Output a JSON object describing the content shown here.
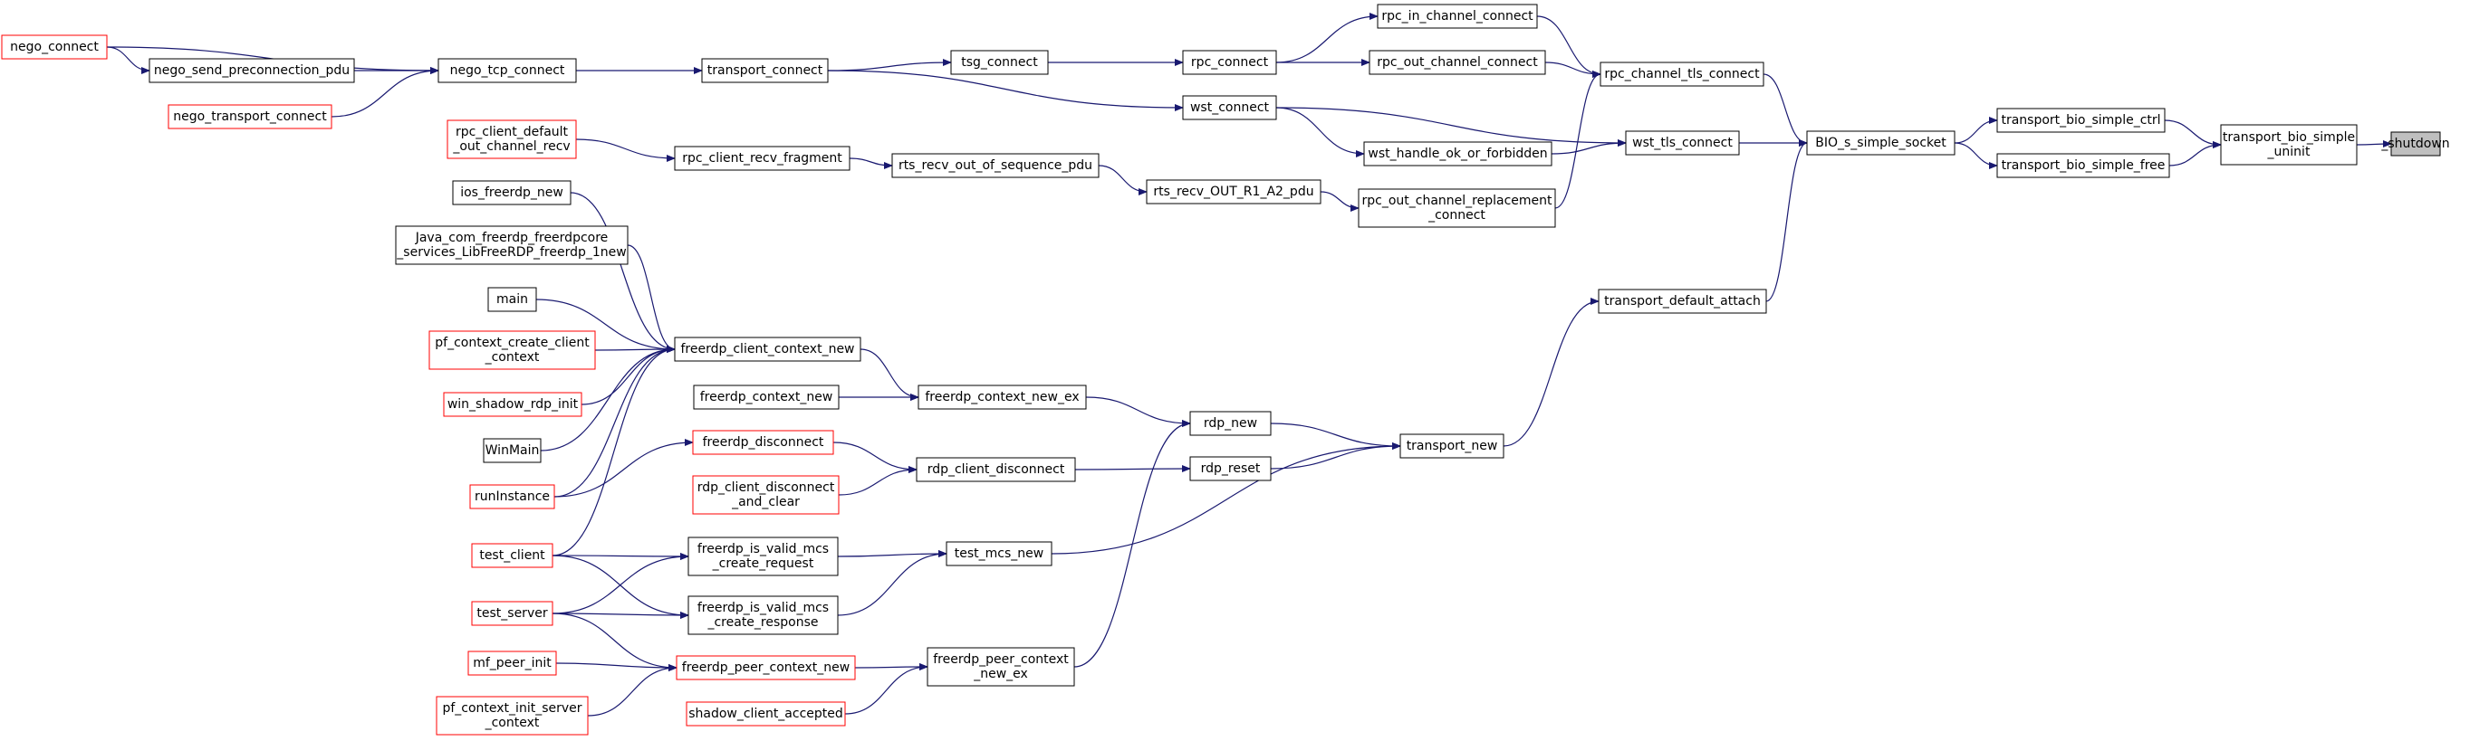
{
  "diagram": {
    "colors": {
      "edge": "#191970",
      "node_border": "#000000",
      "node_border_truncated": "#ff0000",
      "node_fill": "#ffffff",
      "root_fill": "#bfbfbf",
      "text": "#000000"
    },
    "nodes": [
      {
        "id": "shutdown",
        "lines": [
          "_shutdown"
        ],
        "truncated": false,
        "root": true
      },
      {
        "id": "tbsu",
        "lines": [
          "transport_bio_simple",
          "_uninit"
        ],
        "truncated": false
      },
      {
        "id": "tbsctrl",
        "lines": [
          "transport_bio_simple_ctrl"
        ],
        "truncated": false
      },
      {
        "id": "tbsfree",
        "lines": [
          "transport_bio_simple_free"
        ],
        "truncated": false
      },
      {
        "id": "bio",
        "lines": [
          "BIO_s_simple_socket"
        ],
        "truncated": false
      },
      {
        "id": "rpctls",
        "lines": [
          "rpc_channel_tls_connect"
        ],
        "truncated": false
      },
      {
        "id": "wsttls",
        "lines": [
          "wst_tls_connect"
        ],
        "truncated": false
      },
      {
        "id": "tda",
        "lines": [
          "transport_default_attach"
        ],
        "truncated": false
      },
      {
        "id": "rpcin",
        "lines": [
          "rpc_in_channel_connect"
        ],
        "truncated": false
      },
      {
        "id": "rpcout",
        "lines": [
          "rpc_out_channel_connect"
        ],
        "truncated": false
      },
      {
        "id": "rpcrepl",
        "lines": [
          "rpc_out_channel_replacement",
          "_connect"
        ],
        "truncated": false
      },
      {
        "id": "wstconn",
        "lines": [
          "wst_connect"
        ],
        "truncated": false
      },
      {
        "id": "wsthok",
        "lines": [
          "wst_handle_ok_or_forbidden"
        ],
        "truncated": false
      },
      {
        "id": "rpcconn",
        "lines": [
          "rpc_connect"
        ],
        "truncated": false
      },
      {
        "id": "tsgconn",
        "lines": [
          "tsg_connect"
        ],
        "truncated": false
      },
      {
        "id": "tconn",
        "lines": [
          "transport_connect"
        ],
        "truncated": false
      },
      {
        "id": "nego_tcp",
        "lines": [
          "nego_tcp_connect"
        ],
        "truncated": false
      },
      {
        "id": "nego_conn",
        "lines": [
          "nego_connect"
        ],
        "truncated": true
      },
      {
        "id": "nego_spdu",
        "lines": [
          "nego_send_preconnection_pdu"
        ],
        "truncated": false
      },
      {
        "id": "nego_tc",
        "lines": [
          "nego_transport_connect"
        ],
        "truncated": true
      },
      {
        "id": "rtsr1a2",
        "lines": [
          "rts_recv_OUT_R1_A2_pdu"
        ],
        "truncated": false
      },
      {
        "id": "rtsoos",
        "lines": [
          "rts_recv_out_of_sequence_pdu"
        ],
        "truncated": false
      },
      {
        "id": "rpcfrag",
        "lines": [
          "rpc_client_recv_fragment"
        ],
        "truncated": false
      },
      {
        "id": "rpcdef",
        "lines": [
          "rpc_client_default",
          "_out_channel_recv"
        ],
        "truncated": true
      },
      {
        "id": "tnew",
        "lines": [
          "transport_new"
        ],
        "truncated": false
      },
      {
        "id": "rdpnew",
        "lines": [
          "rdp_new"
        ],
        "truncated": false
      },
      {
        "id": "rdpreset",
        "lines": [
          "rdp_reset"
        ],
        "truncated": false
      },
      {
        "id": "tmcs",
        "lines": [
          "test_mcs_new"
        ],
        "truncated": false
      },
      {
        "id": "fcnex",
        "lines": [
          "freerdp_context_new_ex"
        ],
        "truncated": false
      },
      {
        "id": "fpcnex",
        "lines": [
          "freerdp_peer_context",
          "_new_ex"
        ],
        "truncated": false
      },
      {
        "id": "rdpcd",
        "lines": [
          "rdp_client_disconnect"
        ],
        "truncated": false
      },
      {
        "id": "fivreq",
        "lines": [
          "freerdp_is_valid_mcs",
          "_create_request"
        ],
        "truncated": false
      },
      {
        "id": "fivresp",
        "lines": [
          "freerdp_is_valid_mcs",
          "_create_response"
        ],
        "truncated": false
      },
      {
        "id": "fccn",
        "lines": [
          "freerdp_client_context_new"
        ],
        "truncated": false
      },
      {
        "id": "fcn",
        "lines": [
          "freerdp_context_new"
        ],
        "truncated": false
      },
      {
        "id": "fdisc",
        "lines": [
          "freerdp_disconnect"
        ],
        "truncated": true
      },
      {
        "id": "rdpcdc",
        "lines": [
          "rdp_client_disconnect",
          "_and_clear"
        ],
        "truncated": true
      },
      {
        "id": "fpcn",
        "lines": [
          "freerdp_peer_context_new"
        ],
        "truncated": true
      },
      {
        "id": "sca",
        "lines": [
          "shadow_client_accepted"
        ],
        "truncated": true
      },
      {
        "id": "ios",
        "lines": [
          "ios_freerdp_new"
        ],
        "truncated": false
      },
      {
        "id": "java",
        "lines": [
          "Java_com_freerdp_freerdpcore",
          "_services_LibFreeRDP_freerdp_1new"
        ],
        "truncated": false
      },
      {
        "id": "main",
        "lines": [
          "main"
        ],
        "truncated": false
      },
      {
        "id": "pfccc",
        "lines": [
          "pf_context_create_client",
          "_context"
        ],
        "truncated": true
      },
      {
        "id": "wsri",
        "lines": [
          "win_shadow_rdp_init"
        ],
        "truncated": true
      },
      {
        "id": "winmain",
        "lines": [
          "WinMain"
        ],
        "truncated": false
      },
      {
        "id": "runinst",
        "lines": [
          "runInstance"
        ],
        "truncated": true
      },
      {
        "id": "tclient",
        "lines": [
          "test_client"
        ],
        "truncated": true
      },
      {
        "id": "tserver",
        "lines": [
          "test_server"
        ],
        "truncated": true
      },
      {
        "id": "mfpi",
        "lines": [
          "mf_peer_init"
        ],
        "truncated": true
      },
      {
        "id": "pfcisc",
        "lines": [
          "pf_context_init_server",
          "_context"
        ],
        "truncated": true
      }
    ],
    "edges": [
      {
        "from": "tbsu",
        "to": "shutdown"
      },
      {
        "from": "tbsctrl",
        "to": "tbsu"
      },
      {
        "from": "tbsfree",
        "to": "tbsu"
      },
      {
        "from": "bio",
        "to": "tbsctrl"
      },
      {
        "from": "bio",
        "to": "tbsfree"
      },
      {
        "from": "rpctls",
        "to": "bio"
      },
      {
        "from": "wsttls",
        "to": "bio"
      },
      {
        "from": "tda",
        "to": "bio"
      },
      {
        "from": "rpcin",
        "to": "rpctls"
      },
      {
        "from": "rpcout",
        "to": "rpctls"
      },
      {
        "from": "rpcrepl",
        "to": "rpctls"
      },
      {
        "from": "wstconn",
        "to": "wsttls"
      },
      {
        "from": "wsthok",
        "to": "wsttls"
      },
      {
        "from": "wstconn",
        "to": "wsthok"
      },
      {
        "from": "rpcconn",
        "to": "rpcin"
      },
      {
        "from": "rpcconn",
        "to": "rpcout"
      },
      {
        "from": "tsgconn",
        "to": "rpcconn"
      },
      {
        "from": "tconn",
        "to": "tsgconn"
      },
      {
        "from": "tconn",
        "to": "wstconn"
      },
      {
        "from": "nego_tcp",
        "to": "tconn"
      },
      {
        "from": "nego_conn",
        "to": "nego_tcp"
      },
      {
        "from": "nego_conn",
        "to": "nego_spdu"
      },
      {
        "from": "nego_spdu",
        "to": "nego_tcp"
      },
      {
        "from": "nego_tc",
        "to": "nego_tcp"
      },
      {
        "from": "rtsr1a2",
        "to": "rpcrepl"
      },
      {
        "from": "rtsoos",
        "to": "rtsr1a2"
      },
      {
        "from": "rpcfrag",
        "to": "rtsoos"
      },
      {
        "from": "rpcdef",
        "to": "rpcfrag"
      },
      {
        "from": "tnew",
        "to": "tda"
      },
      {
        "from": "rdpnew",
        "to": "tnew"
      },
      {
        "from": "rdpreset",
        "to": "tnew"
      },
      {
        "from": "tmcs",
        "to": "tnew"
      },
      {
        "from": "fcnex",
        "to": "rdpnew"
      },
      {
        "from": "fpcnex",
        "to": "rdpnew"
      },
      {
        "from": "rdpcd",
        "to": "rdpreset"
      },
      {
        "from": "fivreq",
        "to": "tmcs"
      },
      {
        "from": "fivresp",
        "to": "tmcs"
      },
      {
        "from": "fccn",
        "to": "fcnex"
      },
      {
        "from": "fcn",
        "to": "fcnex"
      },
      {
        "from": "fdisc",
        "to": "rdpcd"
      },
      {
        "from": "rdpcdc",
        "to": "rdpcd"
      },
      {
        "from": "fpcn",
        "to": "fpcnex"
      },
      {
        "from": "sca",
        "to": "fpcnex"
      },
      {
        "from": "ios",
        "to": "fccn"
      },
      {
        "from": "java",
        "to": "fccn"
      },
      {
        "from": "main",
        "to": "fccn"
      },
      {
        "from": "pfccc",
        "to": "fccn"
      },
      {
        "from": "wsri",
        "to": "fccn"
      },
      {
        "from": "winmain",
        "to": "fccn"
      },
      {
        "from": "runinst",
        "to": "fccn"
      },
      {
        "from": "runinst",
        "to": "fdisc"
      },
      {
        "from": "tclient",
        "to": "fccn"
      },
      {
        "from": "tclient",
        "to": "fivreq"
      },
      {
        "from": "tclient",
        "to": "fivresp"
      },
      {
        "from": "tserver",
        "to": "fivreq"
      },
      {
        "from": "tserver",
        "to": "fivresp"
      },
      {
        "from": "tserver",
        "to": "fpcn"
      },
      {
        "from": "mfpi",
        "to": "fpcn"
      },
      {
        "from": "pfcisc",
        "to": "fpcn"
      }
    ]
  }
}
